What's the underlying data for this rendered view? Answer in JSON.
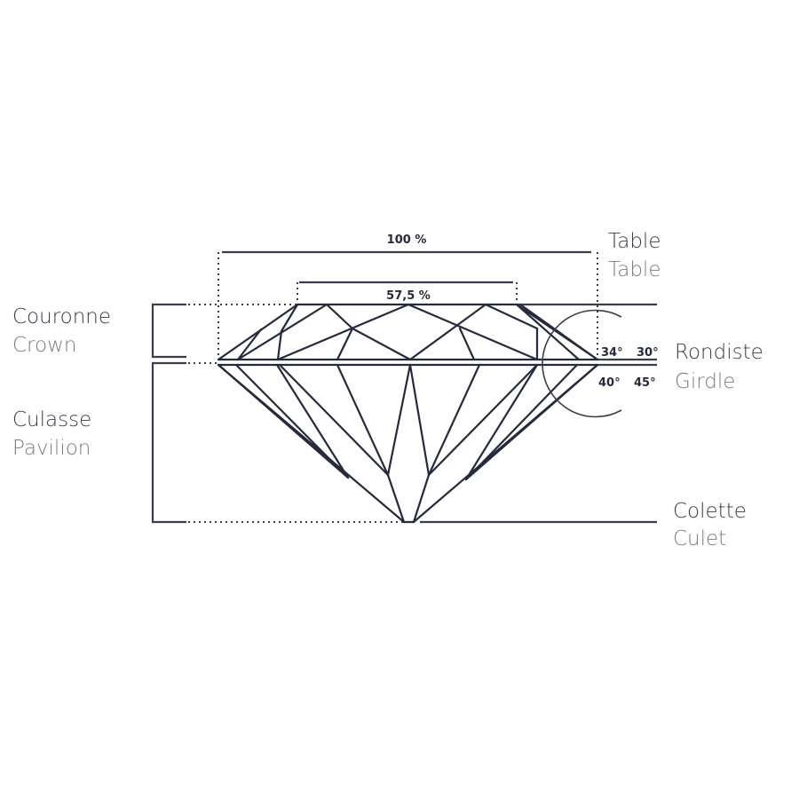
{
  "title": "Diamond cut proportions diagram",
  "labels": {
    "table": {
      "fr": "Table",
      "en": "Table"
    },
    "crown": {
      "fr": "Couronne",
      "en": "Crown"
    },
    "girdle": {
      "fr": "Rondiste",
      "en": "Girdle"
    },
    "pavilion": {
      "fr": "Culasse",
      "en": "Pavilion"
    },
    "culet": {
      "fr": "Colette",
      "en": "Culet"
    }
  },
  "dimensions": {
    "total_width": "100 %",
    "table_width": "57,5 %"
  },
  "angles": {
    "crown_min": "34°",
    "crown_max": "30°",
    "pavilion_min": "40°",
    "pavilion_max": "45°"
  },
  "colors": {
    "line": "#262a3b",
    "primary_text": "#3a3d47",
    "secondary_text": "#7b7d83"
  }
}
